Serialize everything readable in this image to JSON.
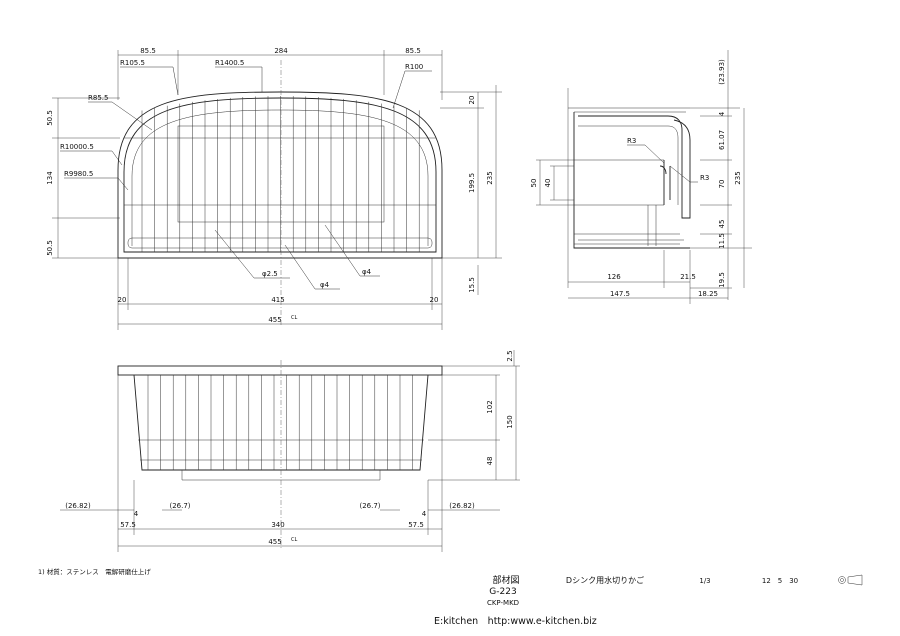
{
  "top_view": {
    "dims_top": [
      "85.5",
      "284",
      "85.5"
    ],
    "radii": [
      "R105.5",
      "R1400.5",
      "R100",
      "R85.5",
      "R10000.5",
      "R9980.5"
    ],
    "dims_left": [
      "50.5",
      "134",
      "50.5"
    ],
    "dims_right": [
      "20",
      "199.5",
      "235"
    ],
    "wire_labels": [
      "φ2.5",
      "φ4",
      "φ4"
    ],
    "dims_bottom": [
      "20",
      "415",
      "20",
      "455"
    ],
    "dim_low_right": "15.5",
    "center_mark": "CL"
  },
  "side_view": {
    "dim_top": "(23.93)",
    "right_dims": [
      "4",
      "61.07",
      "70",
      "45",
      "11.5",
      "19.5"
    ],
    "overall_height": "235",
    "radii": [
      "R3",
      "R3"
    ],
    "left_dims": [
      "50",
      "40"
    ],
    "bottom_dims": [
      "126",
      "21.5",
      "147.5",
      "18.25"
    ]
  },
  "front_view": {
    "right_dims": [
      "2.5",
      "102",
      "150",
      "48"
    ],
    "foot_refs": [
      "(26.82)",
      "(26.7)",
      "(26.7)",
      "(26.82)"
    ],
    "bottom_dims": [
      "57.5",
      "340",
      "57.5",
      "455"
    ],
    "tick_marks": [
      "4",
      "4"
    ],
    "center_mark": "CL"
  },
  "title_block": {
    "note": "1) 材質：ステンレス　電解研磨仕上げ",
    "category": "部材図",
    "part_no": "G-223",
    "code": "CKP-MKD",
    "product_name": "Dシンク用水切りかご",
    "scale": "1/3",
    "date": "12　5　30",
    "site": "E:kitchen　http:www.e-kitchen.biz"
  }
}
